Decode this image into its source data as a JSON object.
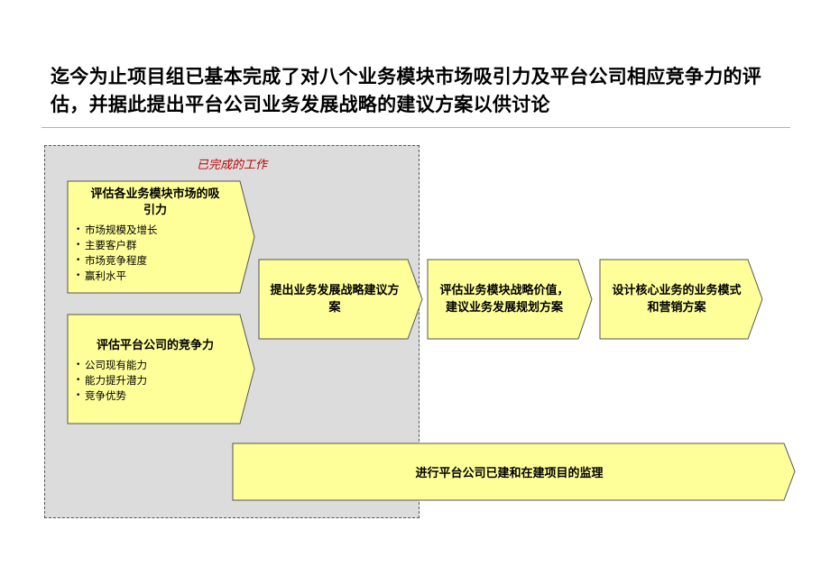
{
  "title": "迄今为止项目组已基本完成了对八个业务模块市场吸引力及平台公司相应竞争力的评估，并据此提出平台公司业务发展战略的建议方案以供讨论",
  "completed_label": "已完成的工作",
  "steps": {
    "market": {
      "heading": "评估各业务模块市场的吸引力",
      "bullets": [
        "市场规模及增长",
        "主要客户群",
        "市场竞争程度",
        "赢利水平"
      ]
    },
    "competitiveness": {
      "heading": "评估平台公司的竞争力",
      "bullets": [
        "公司现有能力",
        "能力提升潜力",
        "竞争优势"
      ]
    },
    "strategy": "提出业务发展战略建议方案",
    "valuation": "评估业务模块战略价值，建议业务发展规划方案",
    "design": "设计核心业务的业务模式和营销方案",
    "monitor": "进行平台公司已建和在建项目的监理"
  },
  "colors": {
    "chevron_fill": "#ffff99",
    "chevron_stroke": "#555555",
    "completed_bg": "#dcdcdc",
    "completed_label": "#c00000",
    "rule": "#c9b27a"
  }
}
